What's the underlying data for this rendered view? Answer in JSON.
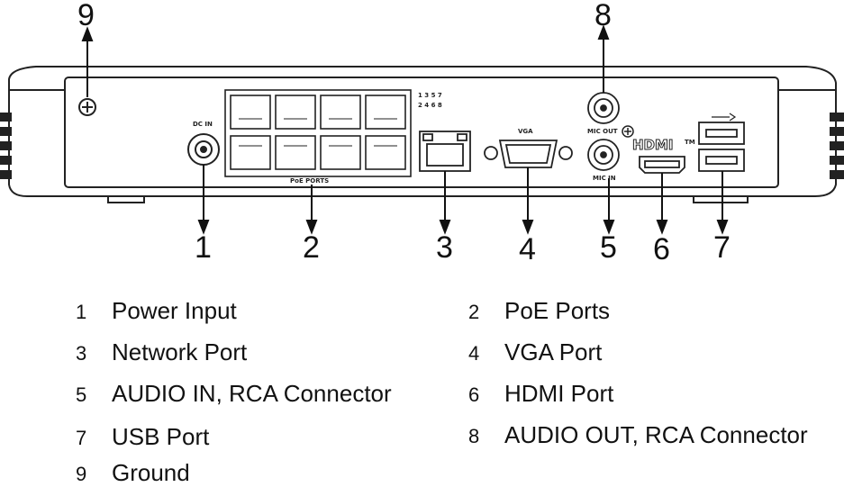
{
  "callouts": {
    "c1": "1",
    "c2": "2",
    "c3": "3",
    "c4": "4",
    "c5": "5",
    "c6": "6",
    "c7": "7",
    "c8": "8",
    "c9": "9"
  },
  "panel_labels": {
    "dc_in": "DC IN",
    "poe_ports": "PoE PORTS",
    "vga": "VGA",
    "mic_out": "MIC OUT",
    "mic_in": "MIC IN",
    "hdmi": "HDMI",
    "tm": "TM",
    "port_numbers_top": "1 3 5 7",
    "port_numbers_bottom": "2 4 6 8"
  },
  "legend": [
    {
      "num": "1",
      "label": "Power Input"
    },
    {
      "num": "2",
      "label": "PoE Ports"
    },
    {
      "num": "3",
      "label": "Network Port"
    },
    {
      "num": "4",
      "label": "VGA Port"
    },
    {
      "num": "5",
      "label": "AUDIO IN, RCA Connector"
    },
    {
      "num": "6",
      "label": "HDMI Port"
    },
    {
      "num": "7",
      "label": "USB Port"
    },
    {
      "num": "8",
      "label": "AUDIO OUT, RCA Connector"
    },
    {
      "num": "9",
      "label": "Ground"
    }
  ]
}
